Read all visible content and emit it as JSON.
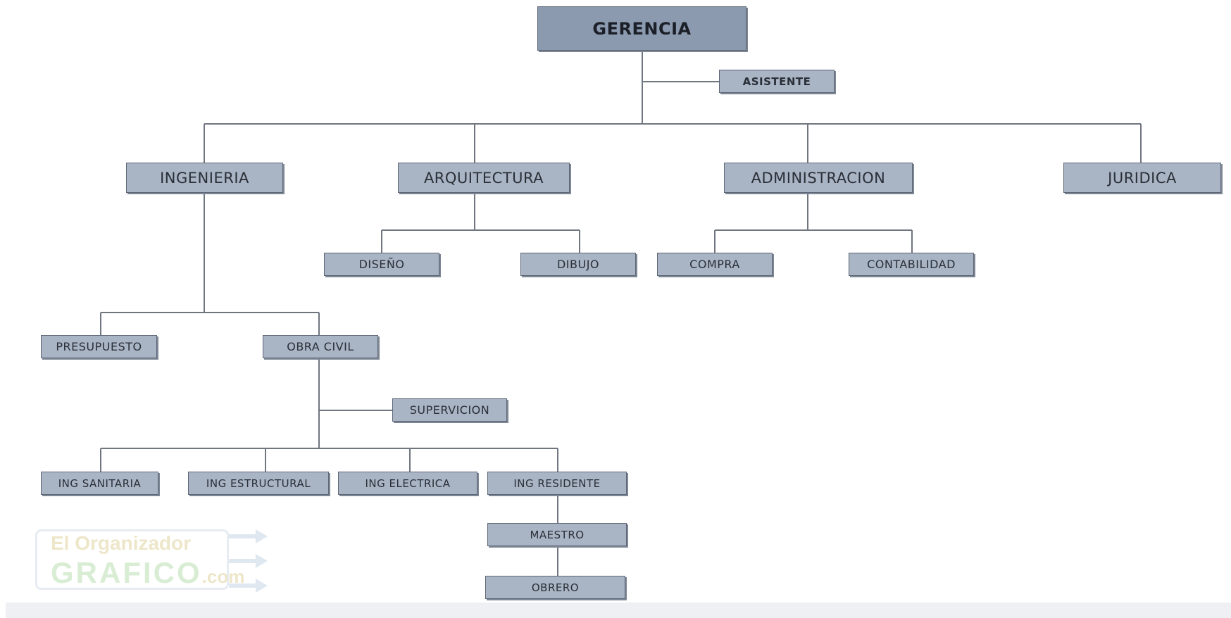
{
  "org": {
    "gerencia": "GERENCIA",
    "asistente": "ASISTENTE",
    "ingenieria": "INGENIERIA",
    "arquitectura": "ARQUITECTURA",
    "administracion": "ADMINISTRACION",
    "juridica": "JURIDICA",
    "diseno": "DISEÑO",
    "dibujo": "DIBUJO",
    "compra": "COMPRA",
    "contabilidad": "CONTABILIDAD",
    "presupuesto": "PRESUPUESTO",
    "obra_civil": "OBRA CIVIL",
    "supervicion": "SUPERVICION",
    "ing_sanitaria": "ING SANITARIA",
    "ing_estructural": "ING ESTRUCTURAL",
    "ing_electrica": "ING  ELECTRICA",
    "ing_residente": "ING RESIDENTE",
    "maestro": "MAESTRO",
    "obrero": "OBRERO"
  },
  "watermark": {
    "line1": "El Organizador",
    "line2": "GRAFICO",
    "tld": ".com"
  }
}
